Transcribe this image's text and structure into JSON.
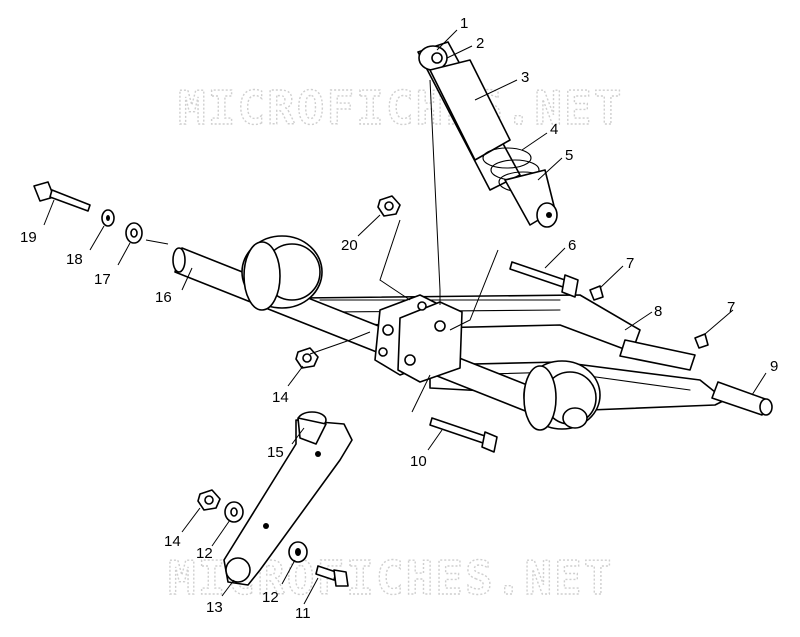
{
  "watermarks": [
    "MICROFICHES.NET",
    "MICROFICHES.NET"
  ],
  "callouts": [
    "1",
    "2",
    "3",
    "4",
    "5",
    "6",
    "7",
    "7",
    "8",
    "9",
    "10",
    "11",
    "12",
    "12",
    "13",
    "14",
    "14",
    "15",
    "16",
    "17",
    "18",
    "19",
    "20"
  ]
}
